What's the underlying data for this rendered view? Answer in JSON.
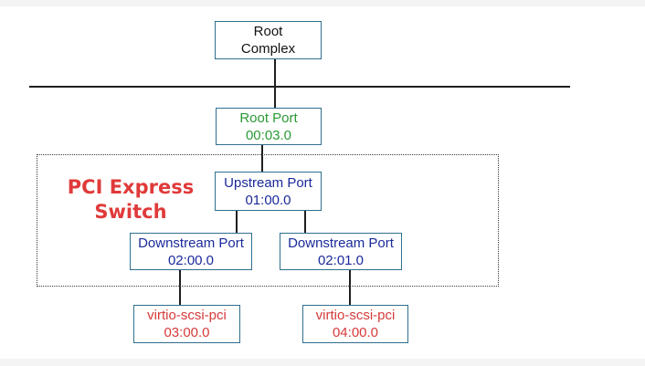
{
  "diagram": {
    "root_complex": {
      "line1": "Root",
      "line2": "Complex"
    },
    "root_port": {
      "label": "Root Port",
      "address": "00:03.0"
    },
    "switch": {
      "title_line1": "PCI Express",
      "title_line2": "Switch"
    },
    "upstream_port": {
      "label": "Upstream Port",
      "address": "01:00.0"
    },
    "downstream_ports": [
      {
        "label": "Downstream Port",
        "address": "02:00.0"
      },
      {
        "label": "Downstream Port",
        "address": "02:01.0"
      }
    ],
    "devices": [
      {
        "label": "virtio-scsi-pci",
        "address": "03:00.0"
      },
      {
        "label": "virtio-scsi-pci",
        "address": "04:00.0"
      }
    ],
    "colors": {
      "root_port": "#2a9a35",
      "switch_ports": "#1a2a9a",
      "devices": "#d63a3a",
      "switch_title": "#e03a3a"
    }
  }
}
